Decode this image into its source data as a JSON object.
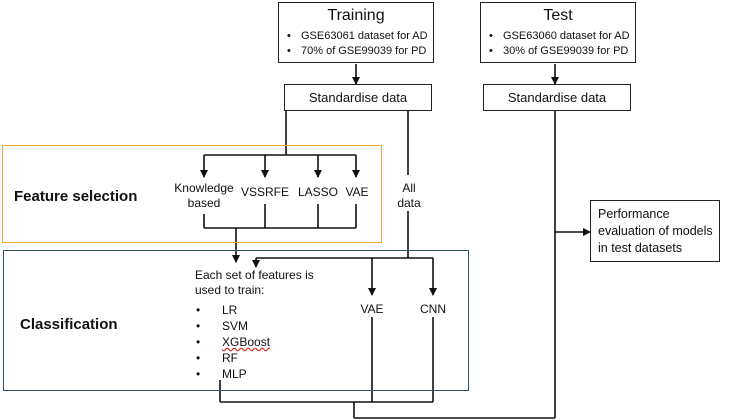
{
  "training": {
    "title": "Training",
    "items": [
      "GSE63061 dataset for AD",
      "70% of GSE99039 for PD"
    ]
  },
  "test": {
    "title": "Test",
    "items": [
      "GSE63060 dataset for AD",
      "30% of GSE99039 for PD"
    ]
  },
  "standardise": {
    "train_label": "Standardise data",
    "test_label": "Standardise data"
  },
  "feature_selection": {
    "title": "Feature selection",
    "color": "#F0A830",
    "methods": [
      "Knowledge based",
      "VSSRFE",
      "LASSO",
      "VAE"
    ],
    "all_data": "All data"
  },
  "classification": {
    "title": "Classification",
    "color": "#2E5466",
    "intro": "Each set of features is used to train:",
    "models": [
      "LR",
      "SVM",
      "XGBoost",
      "RF",
      "MLP"
    ],
    "deep_models": [
      "VAE",
      "CNN"
    ]
  },
  "performance": {
    "label": "Performance evaluation of models in test datasets"
  }
}
